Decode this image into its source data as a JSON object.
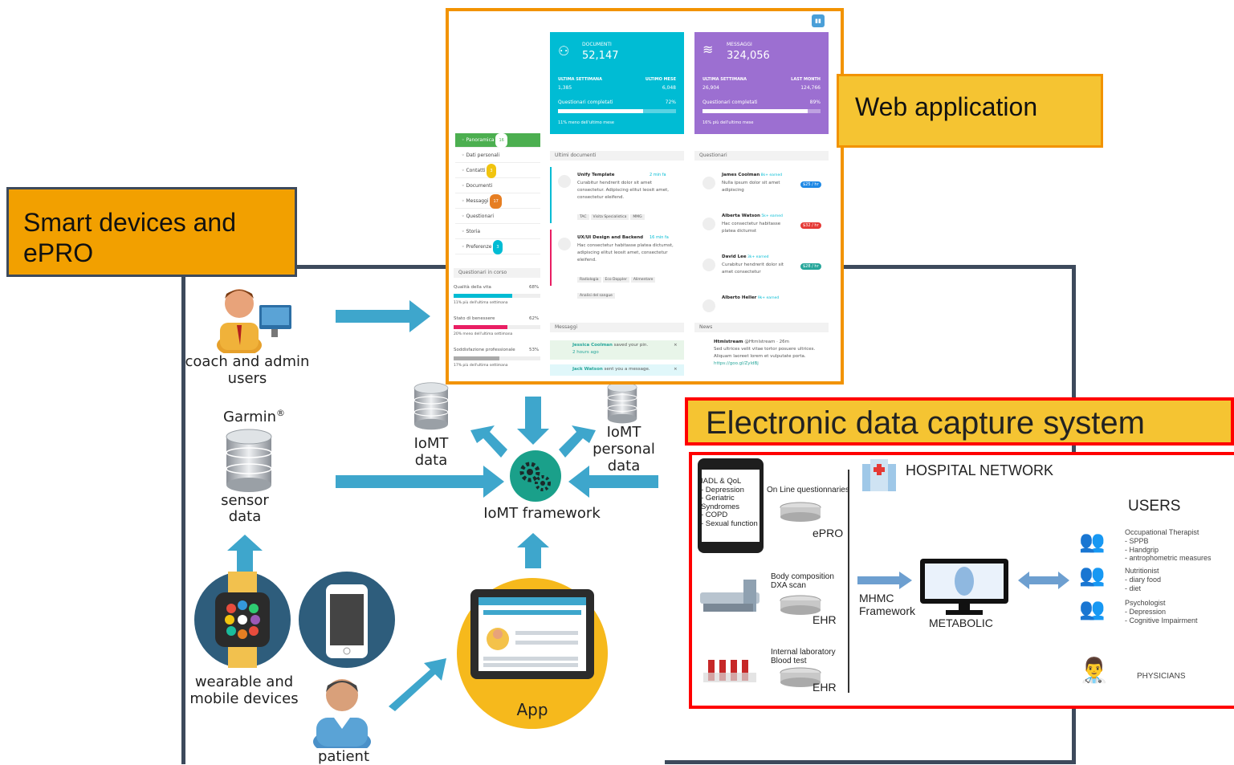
{
  "labels": {
    "web_app": "Web application",
    "smart_devices": "Smart devices and ePRO",
    "edc": "Electronic data capture system"
  },
  "left": {
    "coach_admin": "coach and admin users",
    "garmin": "Garmin",
    "garmin_reg": "®",
    "sensor_data": "sensor data",
    "wearable": "wearable and mobile devices",
    "patient": "patient",
    "iomt_data": "IoMT data",
    "iomt_personal": "IoMT personal data",
    "iomt_framework": "IoMT framework",
    "app": "App"
  },
  "web": {
    "card1": {
      "title": "DOCUMENTI",
      "value": "52,147",
      "l1": "ULTIMA SETTIMANA",
      "v1": "1,385",
      "l2": "ULTIMO MESE",
      "v2": "6,048",
      "prog_label": "Questionari completati",
      "prog_pct": "72%",
      "progress": 0.72,
      "foot": "11% meno dell'ultimo mese"
    },
    "card2": {
      "title": "MESSAGGI",
      "value": "324,056",
      "l1": "ULTIMA SETTIMANA",
      "v1": "26,904",
      "l2": "LAST MONTH",
      "v2": "124,766",
      "prog_label": "Questionari completati",
      "prog_pct": "89%",
      "progress": 0.89,
      "foot": "16% più dell'ultimo mese"
    },
    "sidebar": [
      {
        "label": "Panoramica",
        "badge": "16"
      },
      {
        "label": "Dati personali",
        "badge": ""
      },
      {
        "label": "Contatti",
        "badge": "3"
      },
      {
        "label": "Documenti",
        "badge": ""
      },
      {
        "label": "Messaggi",
        "badge": "17"
      },
      {
        "label": "Questionari",
        "badge": ""
      },
      {
        "label": "Storia",
        "badge": ""
      },
      {
        "label": "Preferenze",
        "badge": "3"
      }
    ],
    "in_corso": {
      "title": "Questionari in corso",
      "rows": [
        {
          "label": "Qualità della vita",
          "pct": "68%",
          "progress": 0.68,
          "color": "#00bcd4",
          "note": "11% più dell'ultima settimana"
        },
        {
          "label": "Stato di benessere",
          "pct": "62%",
          "progress": 0.62,
          "color": "#e91e63",
          "note": "20% meno dell'ultima settimana"
        },
        {
          "label": "Soddisfazione professionale",
          "pct": "53%",
          "progress": 0.53,
          "color": "#aaaaaa",
          "note": "17% più dell'ultima settimana"
        }
      ]
    },
    "docs": {
      "title": "Ultimi documenti",
      "items": [
        {
          "title": "Unify Template",
          "time": "2 min fa",
          "text": "Curabitur hendrerit dolor sit amet consectetur. Adipiscing elitut leosit amet, consectetur eleifend.",
          "tags": [
            "TAC",
            "Visita Specialistica",
            "MMG"
          ]
        },
        {
          "title": "UX/UI Design and Backend",
          "time": "16 min fa",
          "text": "Hac consectetur habitasse platea dictumst, adipiscing elitut leosit amet, consectetur eleifend.",
          "tags": [
            "Radiologia",
            "Eco Doppler",
            "Alimentare",
            "Analisi del sangue"
          ]
        }
      ]
    },
    "quest": {
      "title": "Questionari",
      "items": [
        {
          "name": "James Coolman",
          "earn": "8k+ earned",
          "text": "Nulla ipsum dolor sit amet adipiscing",
          "pill": "$25 / hr",
          "color": "#1e88e5"
        },
        {
          "name": "Alberta Watson",
          "earn": "5k+ earned",
          "text": "Hac consectetur habitasse platea dictumst",
          "pill": "$32 / hr",
          "color": "#e53935"
        },
        {
          "name": "David Lee",
          "earn": "3k+ earned",
          "text": "Curabitur hendrerit dolor sit amet consectetur",
          "pill": "$28 / hr",
          "color": "#26a69a"
        },
        {
          "name": "Alberto Heller",
          "earn": "9k+ earned",
          "text": "",
          "pill": "",
          "color": "#cccccc"
        }
      ]
    },
    "messages": {
      "title": "Messaggi",
      "items": [
        {
          "name": "Jessica Coolman",
          "text": "saved your pin.",
          "time": "2 hours ago"
        },
        {
          "name": "Jack Watson",
          "text": "sent you a message.",
          "time": ""
        }
      ]
    },
    "news": {
      "title": "News",
      "name": "Htmlstream",
      "handle": "@Htmlstream · 26m",
      "text": "Sed ultrices velit vitae tortor posuere ultrices. Aliquam laoreet lorem et vulputate porta.",
      "link": "https://goo.gl/ZyldBj"
    }
  },
  "edc": {
    "hospital_network": "HOSPITAL NETWORK",
    "tablet_lines": [
      "IADL & QoL",
      "- Depression",
      "- Geriatric",
      "Syndromes",
      "- COPD",
      "- Sexual function"
    ],
    "online_q": "On Line questionnaries",
    "epro": "ePRO",
    "body_comp": "Body composition",
    "dxa": "DXA scan",
    "ehr1": "EHR",
    "internal_lab": "Internal laboratory",
    "blood": "Blood test",
    "ehr2": "EHR",
    "mhmc": "MHMC",
    "framework": "Framework",
    "metabolic": "METABOLIC",
    "users": "USERS",
    "ot": [
      "Occupational Therapist",
      "- SPPB",
      "- Handgrip",
      "- antrophometric measures"
    ],
    "nutri": [
      "Nutritionist",
      "- diary food",
      "- diet"
    ],
    "psych": [
      "Psychologist",
      "- Depression",
      "- Cognitive Impairment"
    ],
    "physicians": "PHYSICIANS"
  },
  "colors": {
    "orange": "#f29300",
    "red": "#ff0000",
    "cyan": "#00bcd4",
    "purple": "#9c6fd1",
    "arrow": "#3ea6cc",
    "frame": "#3d4a5c"
  }
}
